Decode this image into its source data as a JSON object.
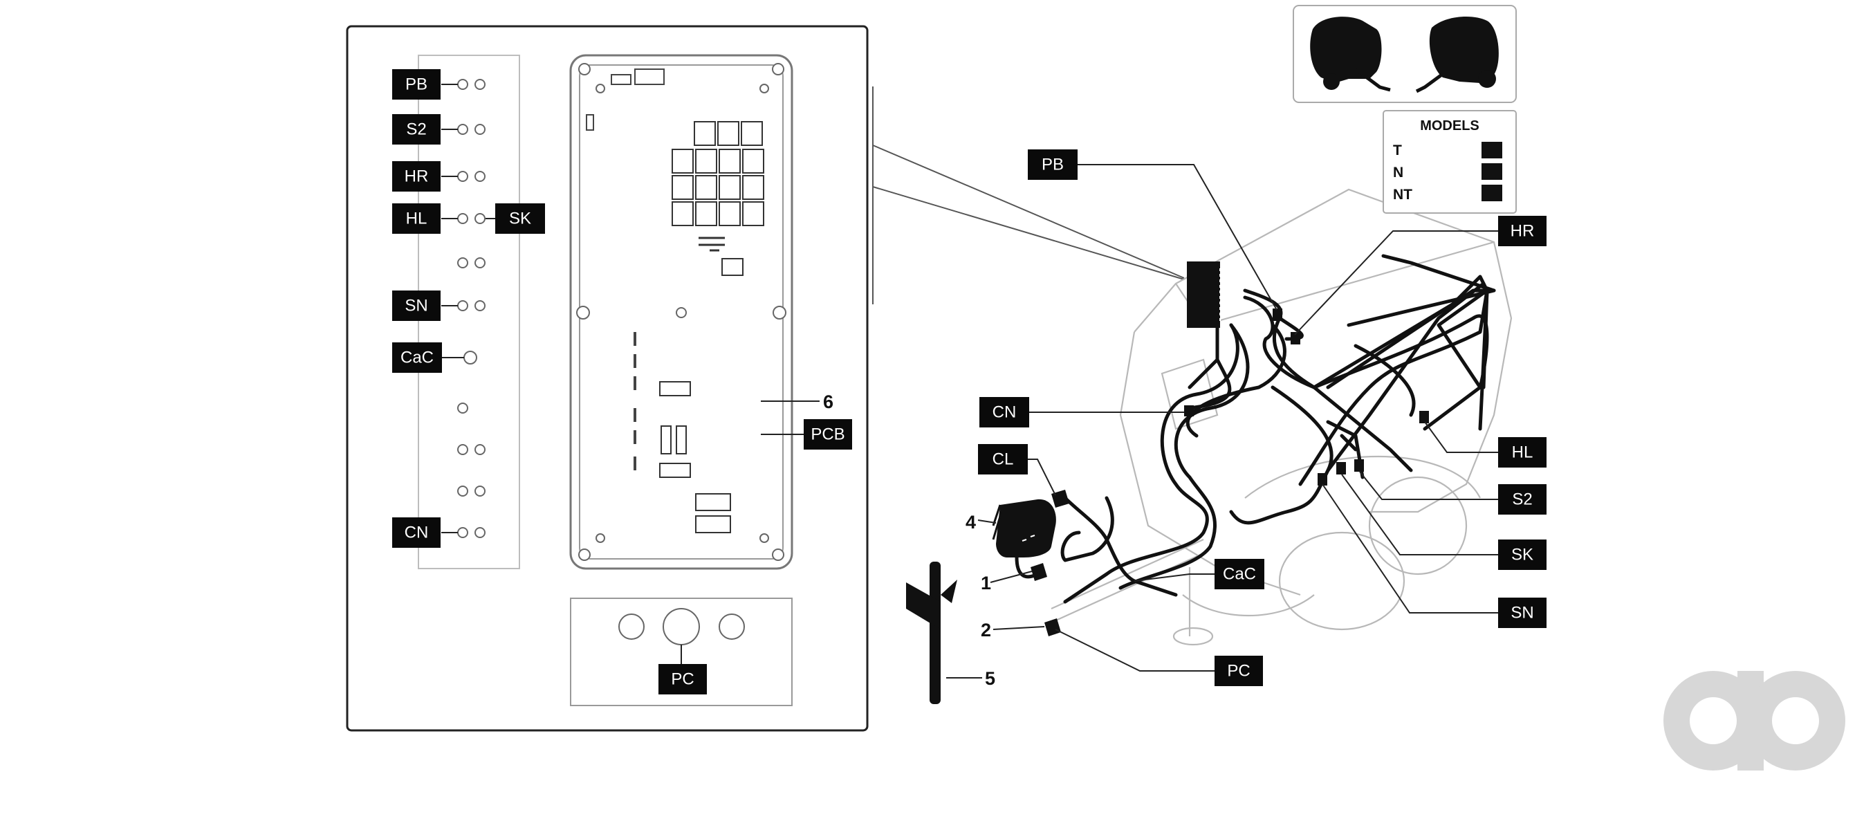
{
  "tags": {
    "inset_pb": "PB",
    "inset_s2": "S2",
    "inset_hr": "HR",
    "inset_hl": "HL",
    "inset_sk": "SK",
    "inset_sn": "SN",
    "inset_cac": "CaC",
    "inset_cn": "CN",
    "inset_pcb": "PCB",
    "inset_pc": "PC",
    "main_pb": "PB",
    "main_hr": "HR",
    "main_cn": "CN",
    "main_cl": "CL",
    "main_hl": "HL",
    "main_s2": "S2",
    "main_sk": "SK",
    "main_sn": "SN",
    "main_cac": "CaC",
    "main_pc": "PC"
  },
  "callouts": {
    "n1": "1",
    "n2": "2",
    "n4": "4",
    "n5": "5",
    "n6": "6"
  },
  "legend": {
    "title": "MODELS",
    "rows": [
      {
        "label": "T"
      },
      {
        "label": "N"
      },
      {
        "label": "NT"
      }
    ]
  },
  "colors": {
    "tag_bg": "#0a0a0a",
    "tag_text": "#ffffff",
    "line": "#222222",
    "ghost": "#b8b8b8",
    "logo": "#d7d7d7"
  },
  "icons": {
    "baler_front": "round-baler-silhouette-icon",
    "baler_rear": "round-baler-silhouette-icon",
    "logo": "ao-watermark-logo"
  }
}
